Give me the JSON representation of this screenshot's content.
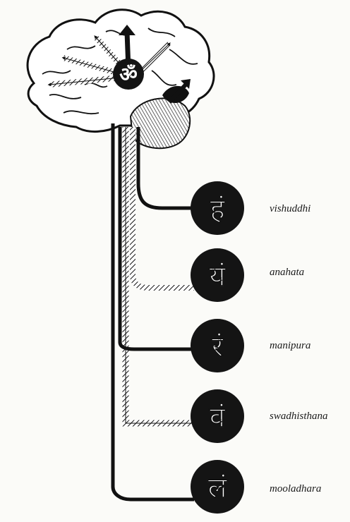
{
  "diagram": {
    "crown": {
      "symbol": "ॐ",
      "icon": "om-symbol"
    },
    "chakras": [
      {
        "id": "vishuddhi",
        "label": "vishuddhi",
        "glyph": "हं"
      },
      {
        "id": "anahata",
        "label": "anahata",
        "glyph": "यं"
      },
      {
        "id": "manipura",
        "label": "manipura",
        "glyph": "रं"
      },
      {
        "id": "swadhisthana",
        "label": "swadhisthana",
        "glyph": "वं"
      },
      {
        "id": "mooladhara",
        "label": "mooladhara",
        "glyph": "लं"
      }
    ],
    "colors": {
      "ink": "#111111",
      "paper": "#fbfbf8",
      "circle_fill": "#141414"
    }
  }
}
